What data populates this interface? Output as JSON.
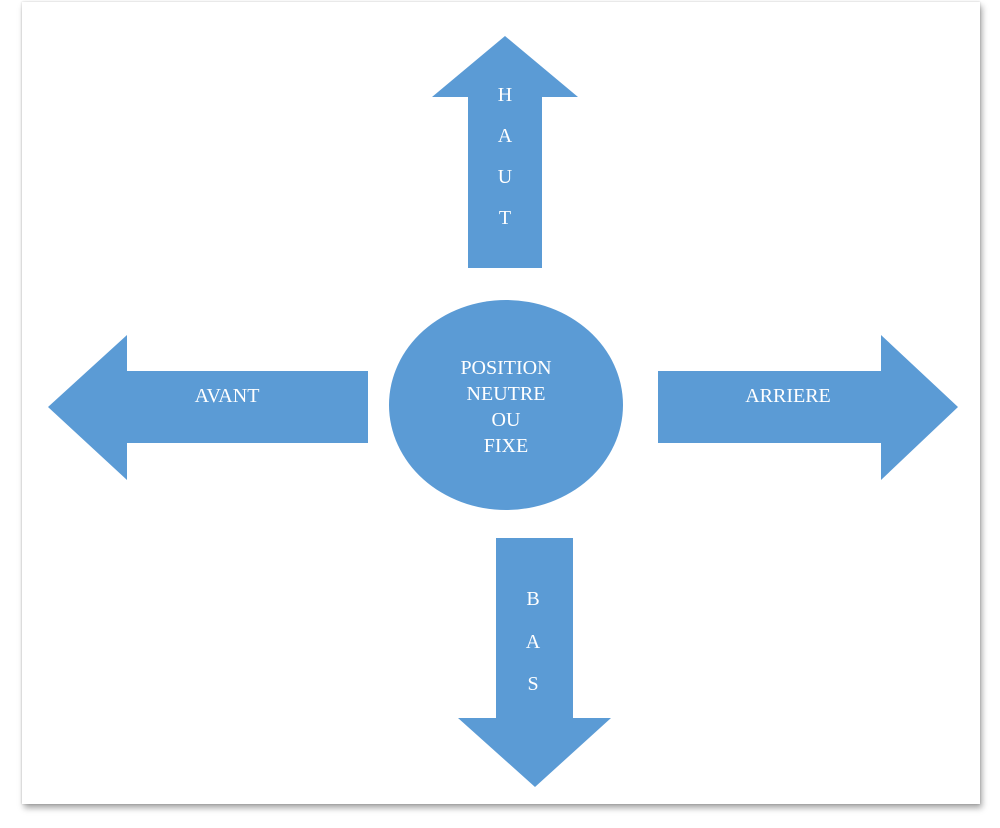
{
  "diagram": {
    "fill_color": "#5b9bd5",
    "center": {
      "lines": [
        "POSITION",
        "NEUTRE",
        "OU",
        "FIXE"
      ]
    },
    "arrows": {
      "up": {
        "letters": [
          "H",
          "A",
          "U",
          "T"
        ]
      },
      "down": {
        "letters": [
          "B",
          "A",
          "S"
        ]
      },
      "left": {
        "label": "AVANT"
      },
      "right": {
        "label": "ARRIERE"
      }
    }
  }
}
